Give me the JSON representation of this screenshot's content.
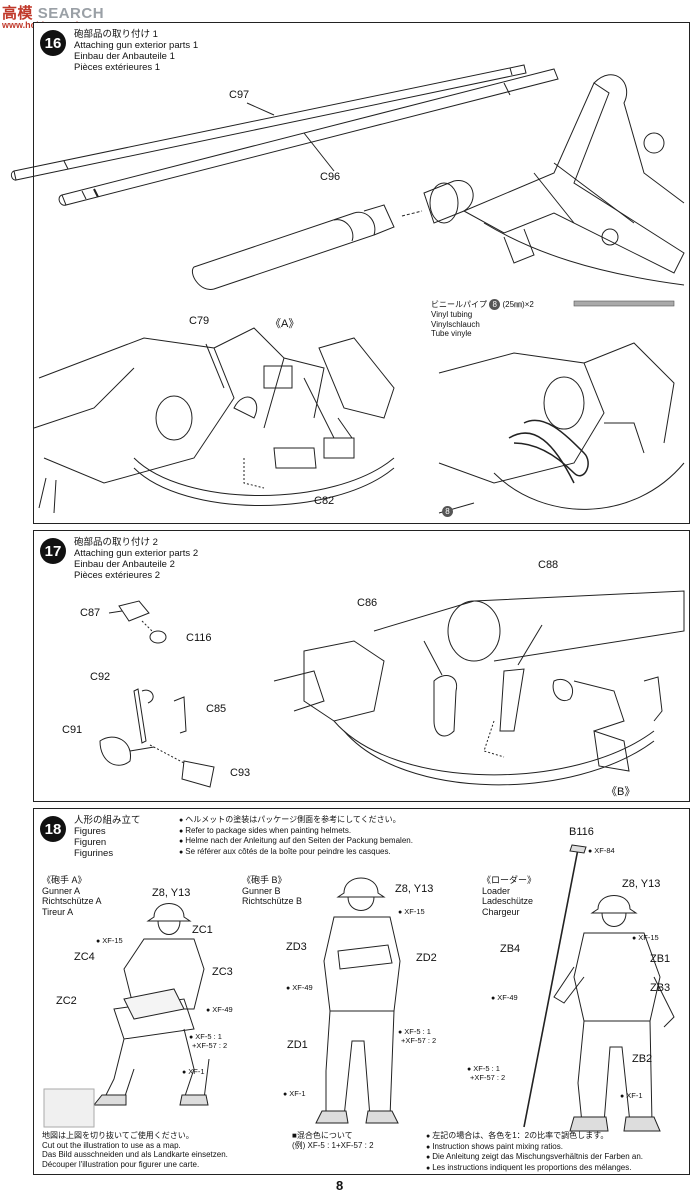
{
  "watermark": {
    "brand": "SEARCH",
    "logo": "高模",
    "url": "www.hobbysearch.com"
  },
  "page_number": "8",
  "step16": {
    "number": "16",
    "title_jp": "砲部品の取り付け 1",
    "title_en": "Attaching gun exterior parts 1",
    "title_de": "Einbau der Anbauteile 1",
    "title_fr": "Pièces extérieures 1",
    "parts": {
      "c97": "C97",
      "c96": "C96",
      "c79": "C79",
      "a": "《A》",
      "c82": "C82"
    },
    "vinyl": {
      "jp": "ビニールパイプ",
      "badge": "8",
      "spec": "(25㎜)×2",
      "en": "Vinyl tubing",
      "de": "Vinylschlauch",
      "fr": "Tube vinyle",
      "callout": "8"
    }
  },
  "step17": {
    "number": "17",
    "title_jp": "砲部品の取り付け 2",
    "title_en": "Attaching gun exterior parts 2",
    "title_de": "Einbau der Anbauteile 2",
    "title_fr": "Pièces extérieures 2",
    "parts": {
      "c87": "C87",
      "c116": "C116",
      "c92": "C92",
      "c85": "C85",
      "c91": "C91",
      "c93": "C93",
      "c86": "C86",
      "c88": "C88",
      "b": "《B》"
    }
  },
  "step18": {
    "number": "18",
    "title_jp": "人形の組み立て",
    "title_en": "Figures",
    "title_de": "Figuren",
    "title_fr": "Figurines",
    "notes": [
      "ヘルメットの塗装はパッケージ側面を参考にしてください。",
      "Refer to package sides when painting helmets.",
      "Helme nach der Anleitung auf den Seiten der Packung bemalen.",
      "Se référer aux côtés de la boîte pour peindre les casques."
    ],
    "gunner_a": {
      "jp": "《砲手 A》",
      "en": "Gunner A",
      "de": "Richtschütze A",
      "fr": "Tireur A",
      "parts": {
        "helmet": "Z8, Y13",
        "zc1": "ZC1",
        "zc4": "ZC4",
        "zc3": "ZC3",
        "zc2": "ZC2"
      },
      "paints": {
        "xf15": "XF-15",
        "xf49": "XF-49",
        "mix1": "XF-5 : 1",
        "mix2": "+XF-57 : 2",
        "xf1": "XF-1"
      }
    },
    "gunner_b": {
      "jp": "《砲手 B》",
      "en": "Gunner B",
      "de": "Richtschütze B",
      "fr": "Tireur B",
      "parts": {
        "helmet": "Z8, Y13",
        "zd3": "ZD3",
        "zd2": "ZD2",
        "zd1": "ZD1"
      },
      "paints": {
        "xf15": "XF-15",
        "xf49": "XF-49",
        "mix1": "XF-5 : 1",
        "mix2": "+XF-57 : 2",
        "xf1": "XF-1"
      }
    },
    "loader": {
      "jp": "《ローダー》",
      "en": "Loader",
      "de": "Ladeschütze",
      "fr": "Chargeur",
      "parts": {
        "rammer": "B116",
        "helmet": "Z8, Y13",
        "zb4": "ZB4",
        "zb1": "ZB1",
        "zb3": "ZB3",
        "zb2": "ZB2"
      },
      "paints": {
        "xf84": "XF-84",
        "xf15": "XF-15",
        "xf49": "XF-49",
        "mix1": "XF-5 : 1",
        "mix2": "+XF-57 : 2",
        "xf1": "XF-1"
      }
    },
    "footer_map": [
      "地図は上図を切り抜いてご使用ください。",
      "Cut out the illustration to use as a map.",
      "Das Bild ausschneiden und als Landkarte einsetzen.",
      "Découper l'illustration pour figurer une carte."
    ],
    "footer_mix": {
      "title": "■混合色について",
      "example": "(例)  XF-5 : 1+XF-57 : 2"
    },
    "footer_ratio": [
      "左記の場合は、各色を1：2の比率で調色します。",
      "Instruction shows paint mixing ratios.",
      "Die Anleitung zeigt das Mischungsverhältnis der Farben an.",
      "Les instructions indiquent les proportions des mélanges."
    ]
  }
}
